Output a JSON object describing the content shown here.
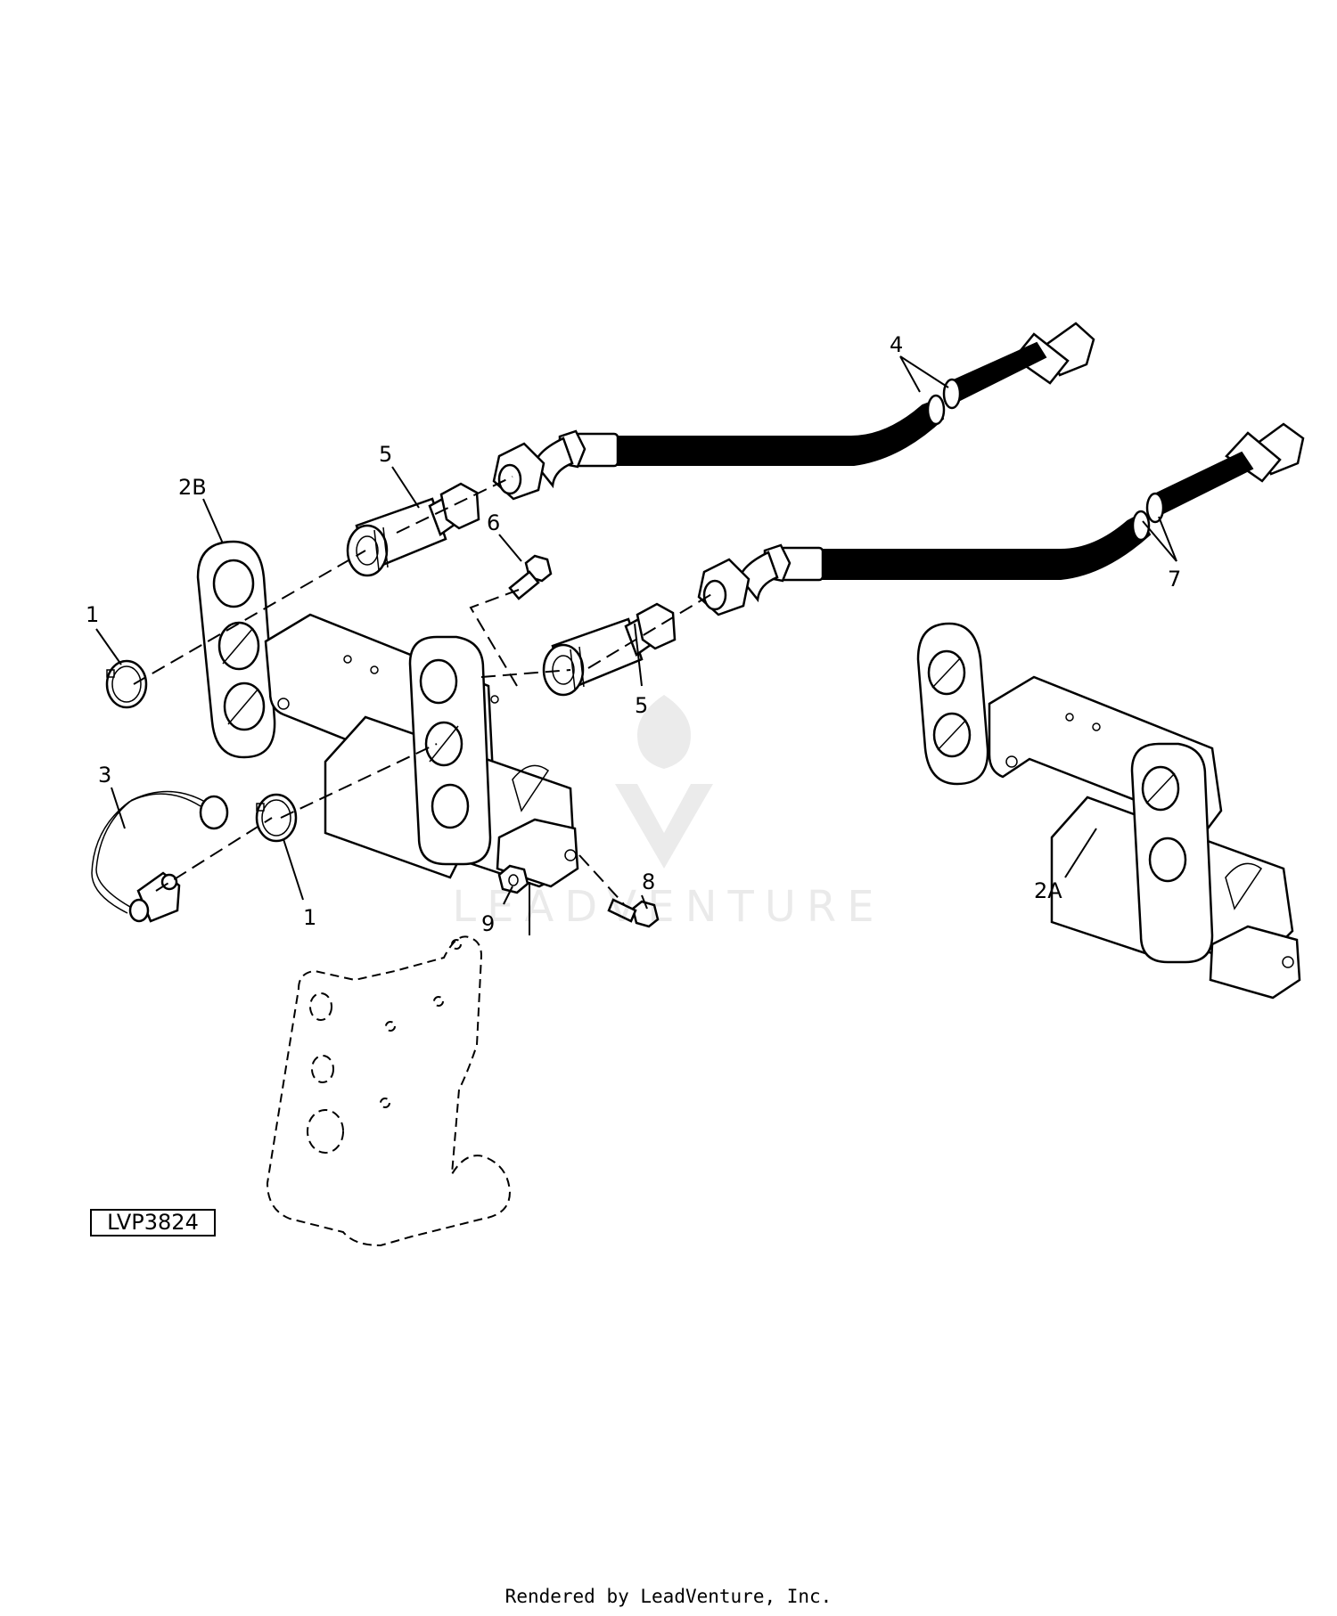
{
  "callouts": {
    "c1_top": "1",
    "c2B": "2B",
    "c5_top": "5",
    "c4": "4",
    "c6": "6",
    "c7": "7",
    "c5_mid": "5",
    "c3": "3",
    "c8": "8",
    "c1_bottom": "1",
    "c9": "9",
    "c2A": "2A"
  },
  "figure_id": "LVP3824",
  "watermark": "LEADVENTURE",
  "footer": "Rendered by LeadVenture, Inc."
}
